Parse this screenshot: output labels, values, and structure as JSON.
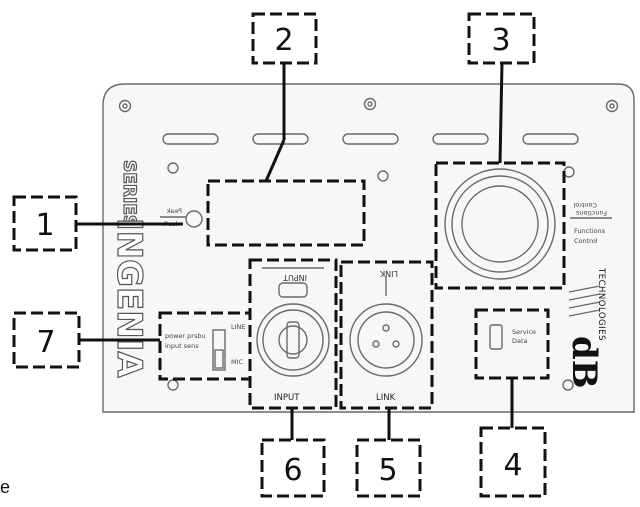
{
  "callouts": [
    {
      "n": "1"
    },
    {
      "n": "2"
    },
    {
      "n": "3"
    },
    {
      "n": "4"
    },
    {
      "n": "5"
    },
    {
      "n": "6"
    },
    {
      "n": "7"
    }
  ],
  "panel": {
    "series_mark": "SERIES",
    "brand": "INGENIA",
    "peak_label": "Peak",
    "functions_control": [
      "Functions",
      "Control"
    ],
    "input_top": "INPUT",
    "input_bottom": "INPUT",
    "link_top": "LINK",
    "link_bottom": "LINK",
    "service_data": [
      "Service",
      "Data"
    ],
    "switch_texts": [
      "power prsbu",
      "input sens"
    ],
    "switch_line": "LINE",
    "switch_mic": "MIC"
  },
  "logo": {
    "db": "dB",
    "technologies": "TECHNOLOGIES"
  },
  "stray_text": "e",
  "colors": {
    "ink": "#111111",
    "panel_stroke": "#6a6a6a",
    "background": "#ffffff"
  }
}
